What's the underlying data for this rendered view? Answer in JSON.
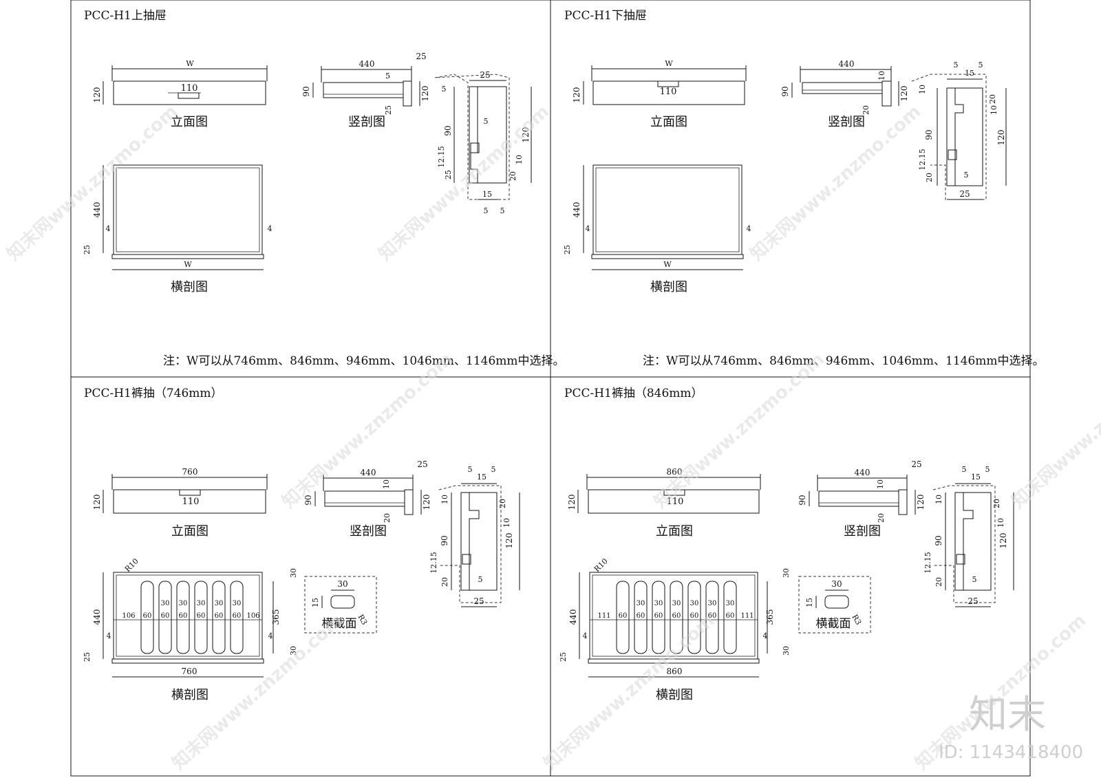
{
  "panels": {
    "tl": {
      "title": "PCC-H1上抽屉",
      "elev": {
        "w_label": "W",
        "h_label": "120",
        "handle_label": "110",
        "caption": "立面图"
      },
      "vsec": {
        "len_label": "440",
        "tab_label": "25",
        "small_label": "5",
        "h90": "90",
        "h120": "120",
        "bot_label": "25",
        "caption": "竖剖图"
      },
      "det": {
        "top": "25",
        "a": "5",
        "b": "5",
        "v90": "90",
        "v1215": "12.15",
        "v25": "25",
        "v120": "120",
        "v10": "10",
        "v20": "20",
        "b15": "15",
        "b5a": "5",
        "b5b": "5"
      },
      "hsec": {
        "depth_label": "440",
        "base_label": "25",
        "side_l": "4",
        "side_r": "4",
        "w_label": "W",
        "caption": "横剖图"
      },
      "note": "注：W可以从746mm、846mm、946mm、1046mm、1146mm中选择。"
    },
    "tr": {
      "title": "PCC-H1下抽屉",
      "elev": {
        "w_label": "W",
        "h_label": "120",
        "handle_label": "110",
        "caption": "立面图"
      },
      "vsec": {
        "len_label": "440",
        "tab_label": "10",
        "h90": "90",
        "h120": "120",
        "bot_label": "20",
        "caption": "竖剖图"
      },
      "det": {
        "t5a": "5",
        "t15": "15",
        "t5b": "5",
        "v10": "10",
        "v90": "90",
        "v1215": "12.15",
        "v20": "20",
        "v120": "120",
        "r20": "20",
        "r10": "10",
        "b5": "5",
        "b25": "25"
      },
      "hsec": {
        "depth_label": "440",
        "base_label": "25",
        "side_l": "4",
        "side_r": "4",
        "w_label": "W",
        "caption": "横剖图"
      },
      "note": "注：W可以从746mm、846mm、946mm、1046mm、1146mm中选择。"
    },
    "bl": {
      "title": "PCC-H1裤抽（746mm）",
      "elev": {
        "w_label": "760",
        "h_label": "120",
        "handle_label": "110",
        "caption": "立面图"
      },
      "vsec": {
        "len_label": "440",
        "tab_label": "25",
        "t10": "10",
        "h90": "90",
        "h120": "120",
        "bot_label": "20",
        "caption": "竖剖图"
      },
      "det": {
        "t5a": "5",
        "t15": "15",
        "t5b": "5",
        "v10": "10",
        "v90": "90",
        "v1215": "12.15",
        "v20": "20",
        "v120": "120",
        "r20": "20",
        "r10": "10",
        "b5": "5",
        "b25": "25"
      },
      "hsec": {
        "r10": "R10",
        "gap": "30",
        "edge": "106",
        "slot": "60",
        "depth_label": "440",
        "inner_label": "365",
        "top30": "30",
        "bot30": "30",
        "base_label": "25",
        "side_l": "4",
        "side_r": "4",
        "w_label": "760",
        "caption": "横剖图"
      },
      "xsec": {
        "w": "30",
        "h": "15",
        "r": "R3",
        "caption": "横截面"
      }
    },
    "br": {
      "title": "PCC-H1裤抽（846mm）",
      "elev": {
        "w_label": "860",
        "h_label": "120",
        "handle_label": "110",
        "caption": "立面图"
      },
      "vsec": {
        "len_label": "440",
        "tab_label": "25",
        "t10": "10",
        "h90": "90",
        "h120": "120",
        "bot_label": "20",
        "caption": "竖剖图"
      },
      "det": {
        "t5a": "5",
        "t15": "15",
        "t5b": "5",
        "v10": "10",
        "v90": "90",
        "v1215": "12.15",
        "v20": "20",
        "v120": "120",
        "r20": "20",
        "r10": "10",
        "b5": "5",
        "b25": "25"
      },
      "hsec": {
        "r10": "R10",
        "gap": "30",
        "edge": "111",
        "slot": "60",
        "depth_label": "440",
        "inner_label": "365",
        "top30": "30",
        "bot30": "30",
        "base_label": "25",
        "side_l": "4",
        "side_r": "4",
        "w_label": "860",
        "caption": "横剖图"
      },
      "xsec": {
        "w": "30",
        "h": "15",
        "r": "R3",
        "caption": "横截面"
      }
    }
  },
  "watermark": {
    "site": "知末网www.znzmo.com",
    "logo": "知末",
    "id": "ID: 1143418400"
  }
}
